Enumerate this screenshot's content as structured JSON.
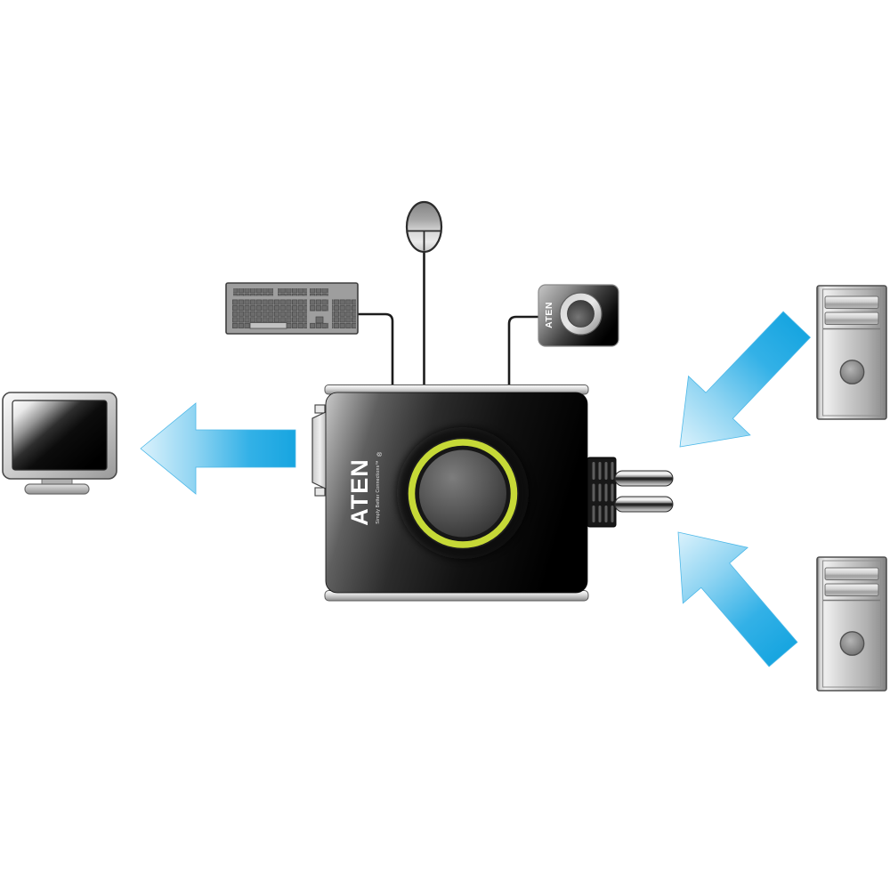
{
  "diagram": {
    "type": "product-connection-diagram",
    "nodes": [
      "monitor",
      "keyboard",
      "mouse",
      "remote-switch-button",
      "kvm-switch",
      "computer-1",
      "computer-2"
    ],
    "flows": [
      {
        "from": "kvm-switch",
        "to": "monitor",
        "style": "blue-arrow"
      },
      {
        "from": "computer-1",
        "to": "kvm-switch",
        "style": "blue-arrow"
      },
      {
        "from": "computer-2",
        "to": "kvm-switch",
        "style": "blue-arrow"
      },
      {
        "from": "keyboard",
        "to": "kvm-switch",
        "style": "cable"
      },
      {
        "from": "mouse",
        "to": "kvm-switch",
        "style": "cable"
      },
      {
        "from": "remote-switch-button",
        "to": "kvm-switch",
        "style": "cable"
      }
    ]
  },
  "kvm_switch": {
    "brand": "ATEN",
    "registered_mark": "®",
    "tagline": "Simply Better Connections™",
    "ring_color": "#c6d937"
  },
  "remote_switch": {
    "brand": "ATEN"
  },
  "arrows": {
    "color_light": "#dbf2fc",
    "color_dark": "#17a5e0"
  },
  "canvas": {
    "background": "#ffffff"
  }
}
